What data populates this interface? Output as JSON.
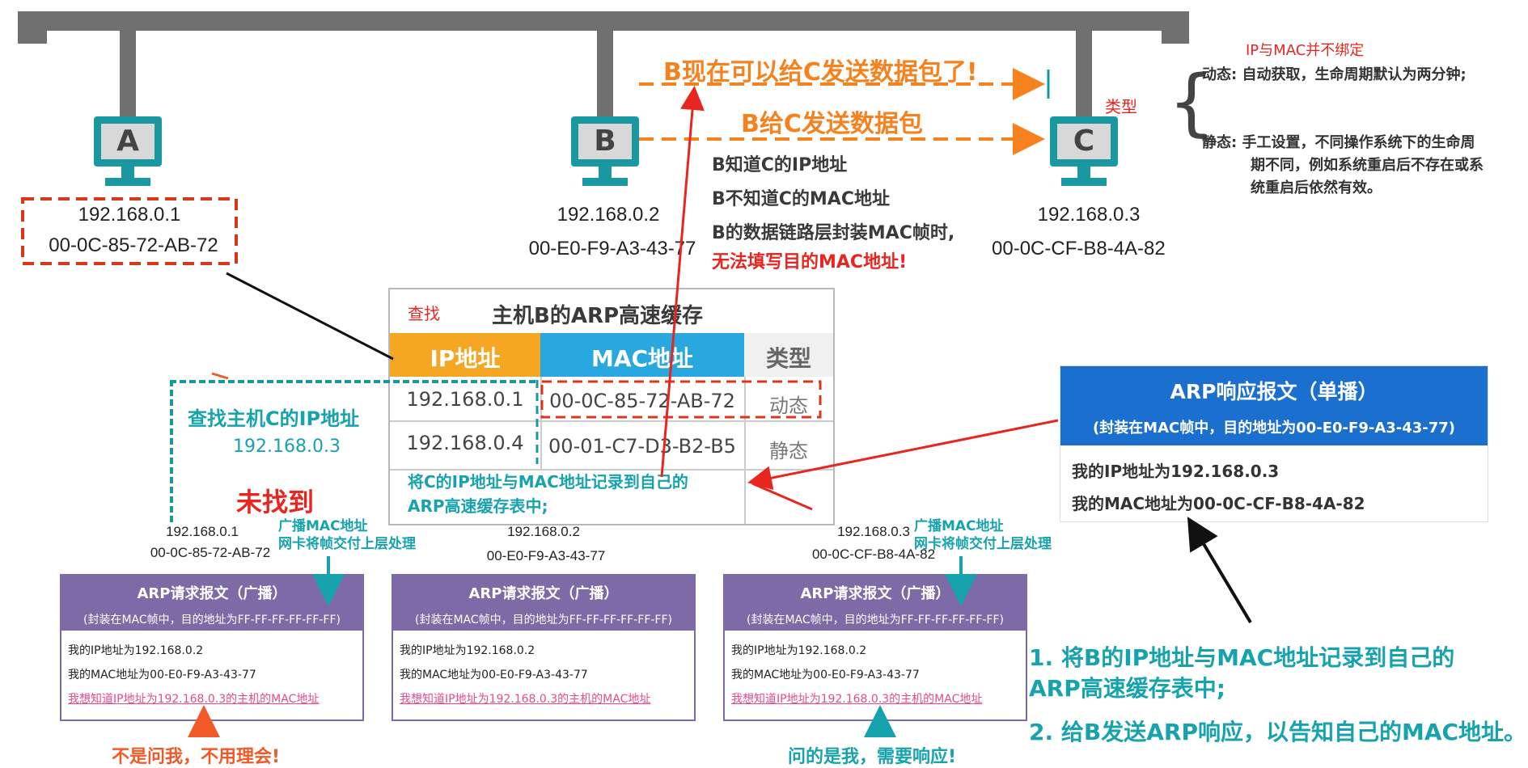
{
  "hosts": [
    {
      "letter": "A",
      "ip": "192.168.0.1",
      "mac": "00-0C-85-72-AB-72"
    },
    {
      "letter": "B",
      "ip": "192.168.0.2",
      "mac": "00-E0-F9-A3-43-77"
    },
    {
      "letter": "C",
      "ip": "192.168.0.3",
      "mac": "00-0C-CF-B8-4A-82"
    }
  ],
  "arrows": {
    "now_can_send": "B现在可以给C发送数据包了!",
    "b_sends": "B给C发送数据包"
  },
  "b_knowledge": {
    "line1": "B知道C的IP地址",
    "line2": "B不知道C的MAC地址",
    "line3": "B的数据链路层封装MAC帧时,",
    "line4": "无法填写目的MAC地址!"
  },
  "right_note": {
    "title": "IP与MAC并不绑定",
    "type_label": "类型",
    "dynamic": "动态: 自动获取，生命周期默认为两分钟;",
    "static1": "静态: 手工设置，不同操作系统下的生命周",
    "static2": "期不同，例如系统重启后不存在或系",
    "static3": "统重启后依然有效。"
  },
  "cache": {
    "lookup": "查找",
    "title": "主机B的ARP高速缓存",
    "headers": [
      "IP地址",
      "MAC地址",
      "类型"
    ],
    "rows": [
      [
        "192.168.0.1",
        "00-0C-85-72-AB-72",
        "动态"
      ],
      [
        "192.168.0.4",
        "00-01-C7-D3-B2-B5",
        "静态"
      ]
    ],
    "record_note1": "将C的IP地址与MAC地址记录到自己的",
    "record_note2": "ARP高速缓存表中;"
  },
  "search_box": {
    "title": "查找主机C的IP地址",
    "ip": "192.168.0.3",
    "not_found": "未找到"
  },
  "requests": [
    {
      "ip": "192.168.0.1",
      "mac": "00-0C-85-72-AB-72"
    },
    {
      "ip": "192.168.0.2",
      "mac": "00-E0-F9-A3-43-77"
    },
    {
      "ip": "192.168.0.3",
      "mac": "00-0C-CF-B8-4A-82"
    }
  ],
  "req_msg": {
    "title": "ARP请求报文（广播）",
    "subtitle": "(封装在MAC帧中，目的地址为FF-FF-FF-FF-FF-FF)",
    "line1": "我的IP地址为192.168.0.2",
    "line2": "我的MAC地址为00-E0-F9-A3-43-77",
    "line3": "我想知道IP地址为192.168.0.3的主机的MAC地址"
  },
  "nic_note": {
    "l1": "广播MAC地址",
    "l2": "网卡将帧交付上层处理"
  },
  "not_me": "不是问我，不用理会!",
  "is_me": "问的是我，需要响应!",
  "resp_msg": {
    "title": "ARP响应报文（单播）",
    "subtitle": "(封装在MAC帧中，目的地址为00-E0-F9-A3-43-77)",
    "line1": "我的IP地址为192.168.0.3",
    "line2": "我的MAC地址为00-0C-CF-B8-4A-82"
  },
  "steps": {
    "s1a": "1. 将B的IP地址与MAC地址记录到自己的",
    "s1b": "ARP高速缓存表中;",
    "s2": "2. 给B发送ARP响应，以告知自己的MAC地址。"
  },
  "colors": {
    "teal": "#1a98a0",
    "orange": "#f5821f",
    "red": "#e8261f",
    "purple": "#7e6aa6",
    "blue": "#1a6fcf",
    "gray_bus": "#707070"
  }
}
